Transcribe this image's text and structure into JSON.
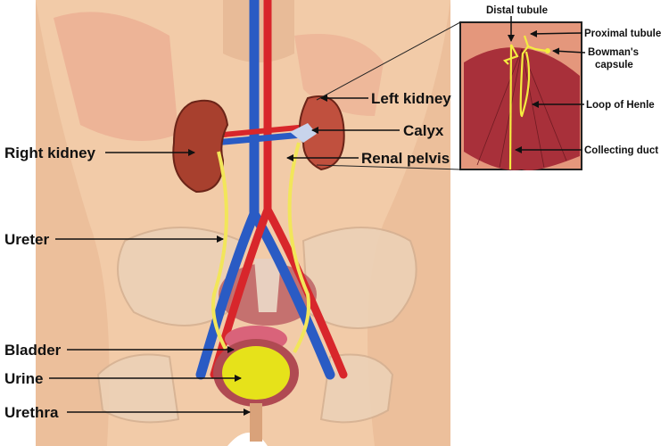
{
  "labels": {
    "right_kidney": "Right kidney",
    "ureter": "Ureter",
    "bladder": "Bladder",
    "urine": "Urine",
    "urethra": "Urethra",
    "left_kidney": "Left kidney",
    "calyx": "Calyx",
    "renal_pelvis": "Renal pelvis"
  },
  "inset": {
    "distal_tubule": "Distal tubule",
    "proximal_tubule": "Proximal tubule",
    "bowmans_capsule_line1": "Bowman's",
    "bowmans_capsule_line2": "capsule",
    "loop_of_henle": "Loop of Henle",
    "collecting_duct": "Collecting duct"
  },
  "colors": {
    "skin": "#f2cba8",
    "kidney": "#a8402e",
    "artery": "#d8262b",
    "vein": "#2a5bc4",
    "ureter": "#f2e65a",
    "urine": "#e6e21a",
    "bladder": "#d9637a"
  }
}
